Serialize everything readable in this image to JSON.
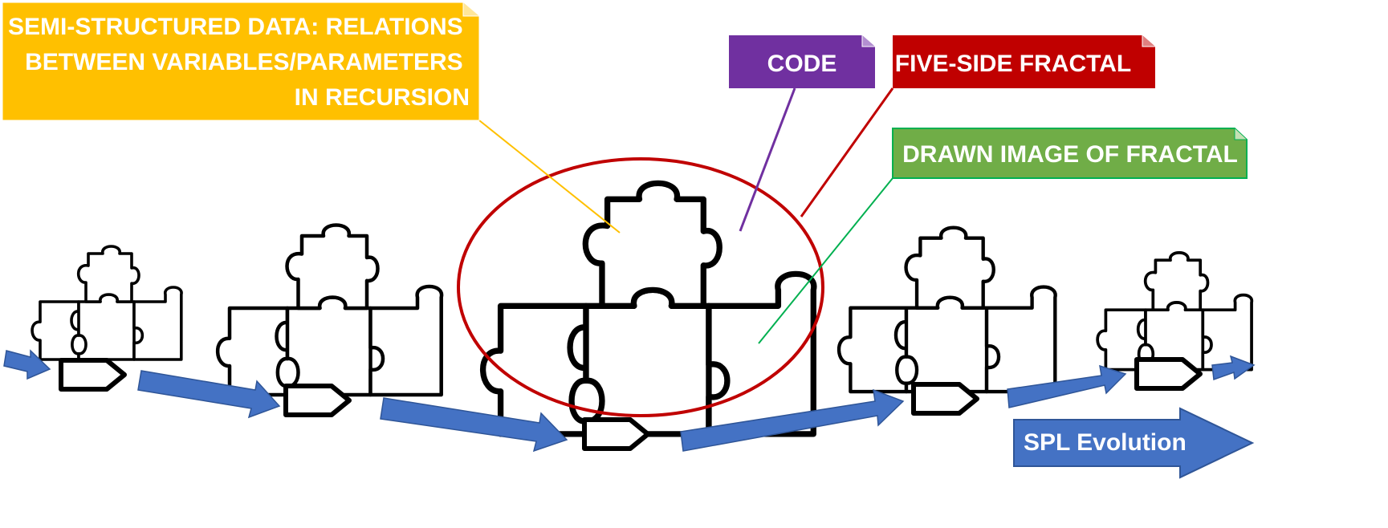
{
  "callouts": {
    "semi_structured": [
      "SEMI-STRUCTURED DATA: RELATIONS",
      "BETWEEN VARIABLES/PARAMETERS",
      "IN RECURSION"
    ],
    "code": "CODE",
    "five_side_fractal": "FIVE-SIDE FRACTAL",
    "drawn_image": "DRAWN IMAGE OF FRACTAL"
  },
  "evolution_label": "SPL Evolution",
  "stages": [
    "stage-1",
    "stage-2",
    "stage-3",
    "stage-4",
    "stage-5"
  ],
  "colors": {
    "semi_structured": "#ffc000",
    "code": "#7030a0",
    "five_side_fractal": "#c00000",
    "drawn_image": "#70ad47",
    "arrow": "#4472c4",
    "highlight_ellipse": "#c00000"
  }
}
